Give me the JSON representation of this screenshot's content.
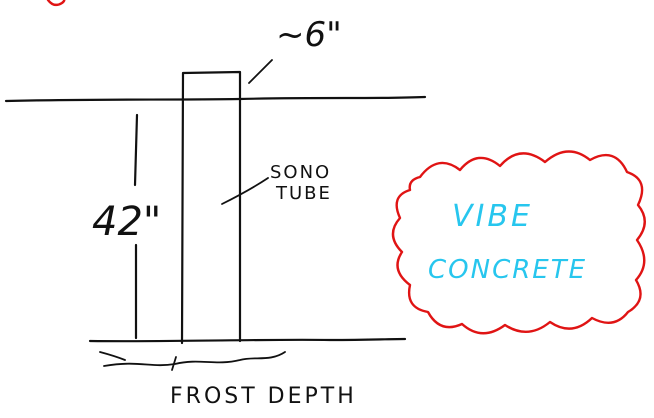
{
  "labels": {
    "width_dim": "~6\"",
    "height_dim": "42\"",
    "tube_line1": "SONO",
    "tube_line2": "TUBE",
    "bottom": "FROST DEPTH"
  },
  "callout": {
    "line1": "VIBE",
    "line2": "CONCRETE"
  },
  "colors": {
    "ink": "#111111",
    "cloud": "#e01414",
    "callout_text": "#27c6ee"
  }
}
